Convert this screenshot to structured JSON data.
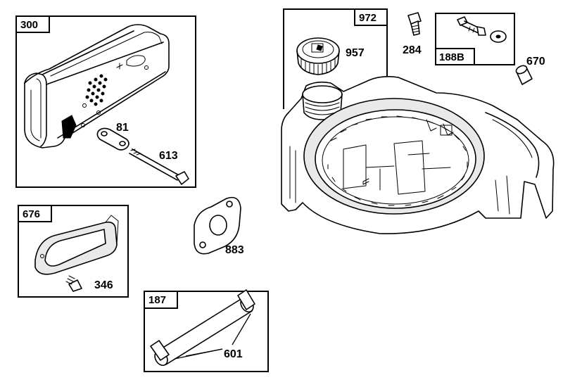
{
  "boxes": {
    "muffler_kit": "300",
    "fuel_tank_kit": "972",
    "screw_kit": "188B",
    "deflector_kit": "676",
    "tube_kit": "187"
  },
  "parts": {
    "fuel_cap": "957",
    "screw": "284",
    "spacer": "670",
    "gasket_small": "81",
    "bolt": "613",
    "gasket_exhaust": "883",
    "deflector_screw": "346",
    "clamp": "601"
  }
}
